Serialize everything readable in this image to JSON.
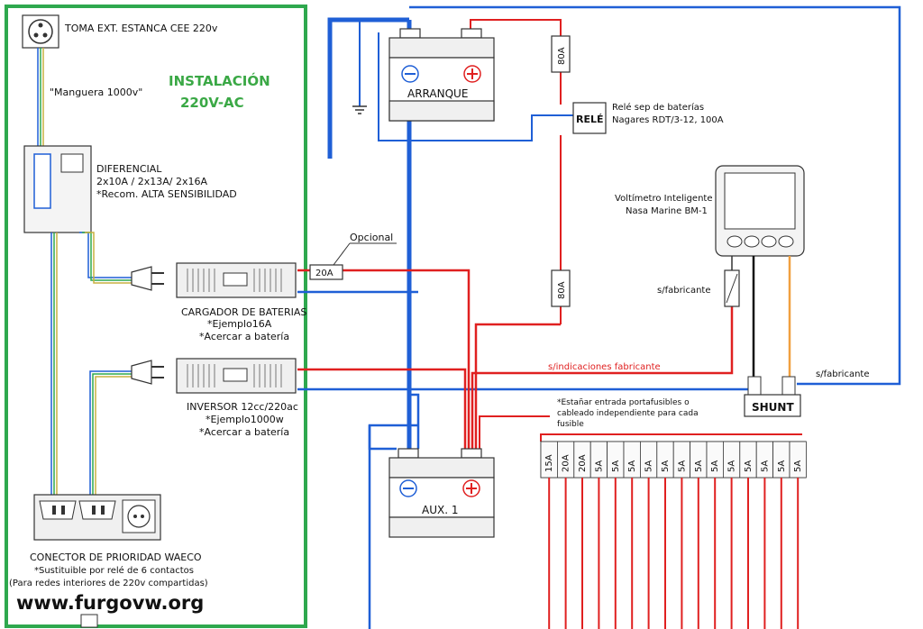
{
  "colors": {
    "green_frame": "#2ea84e",
    "blue_wire": "#1f5fd6",
    "red_wire": "#e02020",
    "title_green": "#3aa845",
    "component_fill": "#f0f0f0"
  },
  "installation": {
    "title_line1": "INSTALACIÓN",
    "title_line2": "220V-AC"
  },
  "socket": {
    "label": "TOMA EXT. ESTANCA CEE 220v"
  },
  "hose": {
    "label": "\"Manguera 1000v\""
  },
  "differential": {
    "line1": "DIFERENCIAL",
    "line2": "2x10A / 2x13A/ 2x16A",
    "line3": "*Recom. ALTA SENSIBILIDAD"
  },
  "charger": {
    "line1": "CARGADOR DE BATERIAS",
    "line2": "*Ejemplo16A",
    "line3": "*Acercar a batería"
  },
  "inverter": {
    "line1": "INVERSOR 12cc/220ac",
    "line2": "*Ejemplo1000w",
    "line3": "*Acercar a batería"
  },
  "priority": {
    "line1": "CONECTOR DE PRIORIDAD WAECO",
    "line2": "*Sustituible por relé de 6 contactos",
    "line3": "(Para redes interiores de 220v compartidas)"
  },
  "watermark": "www.furgovw.org",
  "battery_start": {
    "label": "ARRANQUE"
  },
  "battery_aux": {
    "label": "AUX. 1"
  },
  "fuse_top": "80A",
  "fuse_mid": "80A",
  "fuse_opt": "20A",
  "optional": "Opcional",
  "relay": {
    "label": "RELÉ",
    "desc1": "Relé sep de baterías",
    "desc2": "Nagares RDT/3-12, 100A"
  },
  "voltmeter": {
    "line1": "Voltímetro Inteligente",
    "line2": "Nasa Marine BM-1"
  },
  "s_fabricante_left": "s/fabricante",
  "s_fabricante_right": "s/fabricante",
  "s_indicaciones": "s/indicaciones fabricante",
  "shunt": "SHUNT",
  "fuse_note": {
    "line1": "*Estañar entrada portafusibles o",
    "line2": "cableado independiente para cada",
    "line3": "fusible"
  },
  "fuse_block": [
    "15A",
    "20A",
    "20A",
    "5A",
    "5A",
    "5A",
    "5A",
    "5A",
    "5A",
    "5A",
    "5A",
    "5A",
    "5A",
    "5A",
    "5A",
    "5A"
  ]
}
